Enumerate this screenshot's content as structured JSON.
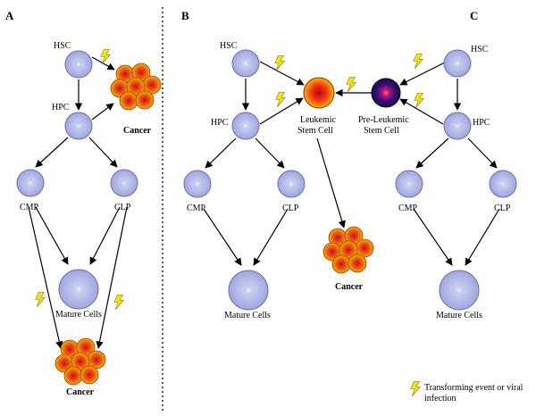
{
  "panels": {
    "a": "A",
    "b": "B",
    "c": "C"
  },
  "panel_a": {
    "hsc": "HSC",
    "hpc": "HPC",
    "cmp": "CMP",
    "clp": "CLP",
    "mature": "Mature Cells",
    "cancer_top": "Cancer",
    "cancer_bottom": "Cancer"
  },
  "panel_b": {
    "hsc": "HSC",
    "hpc": "HPC",
    "cmp": "CMP",
    "clp": "CLP",
    "mature": "Mature Cells",
    "lsc_line1": "Leukemic",
    "lsc_line2": "Stem Cell",
    "cancer": "Cancer"
  },
  "panel_c": {
    "hsc": "HSC",
    "hpc": "HPC",
    "cmp": "CMP",
    "clp": "CLP",
    "mature": "Mature Cells",
    "pre_line1": "Pre-Leukemic",
    "pre_line2": "Stem Cell"
  },
  "legend": {
    "line1": "Transforming event or viral",
    "line2": "infection"
  },
  "colors": {
    "normal_cell": "#b8bee8",
    "cell_stroke": "#6a70a8",
    "cancer_inner": "#d8281a",
    "cancer_outer": "#ffb400",
    "pre_leukemic": "#1a1050",
    "bolt": "#f2e61a"
  }
}
